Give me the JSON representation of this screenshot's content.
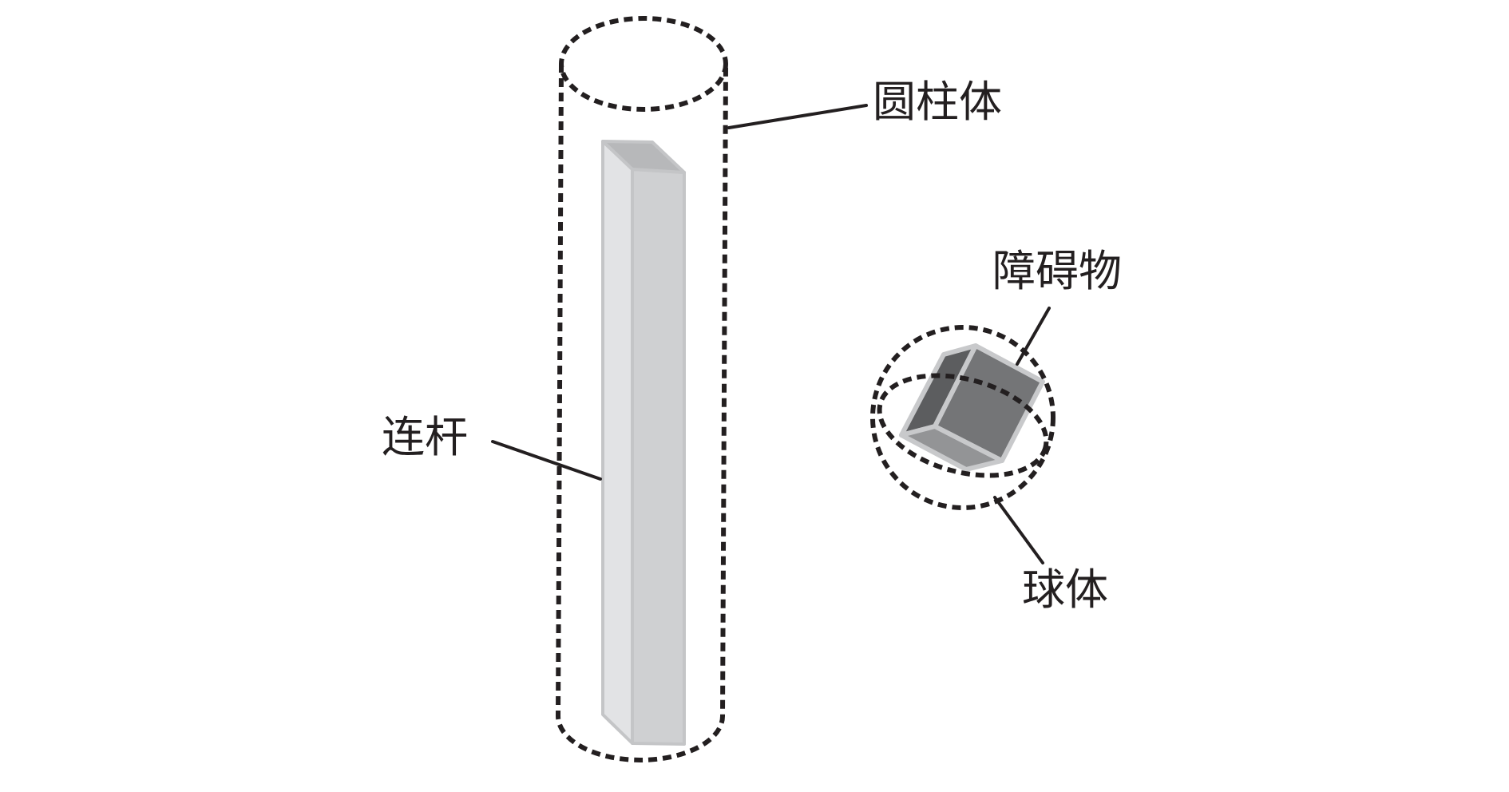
{
  "labels": {
    "cylinder": "圆柱体",
    "rod": "连杆",
    "obstacle": "障碍物",
    "sphere": "球体"
  },
  "colors": {
    "outline": "#231f20",
    "rod_left_face": "#e2e3e5",
    "rod_right_face": "#cfd0d2",
    "rod_top_face": "#b7b8ba",
    "rod_edge": "#c4c5c7",
    "cube_front_face": "#747577",
    "cube_left_face": "#5c5d5f",
    "cube_bottom_face": "#939496",
    "cube_edge": "#c8c9cb"
  }
}
